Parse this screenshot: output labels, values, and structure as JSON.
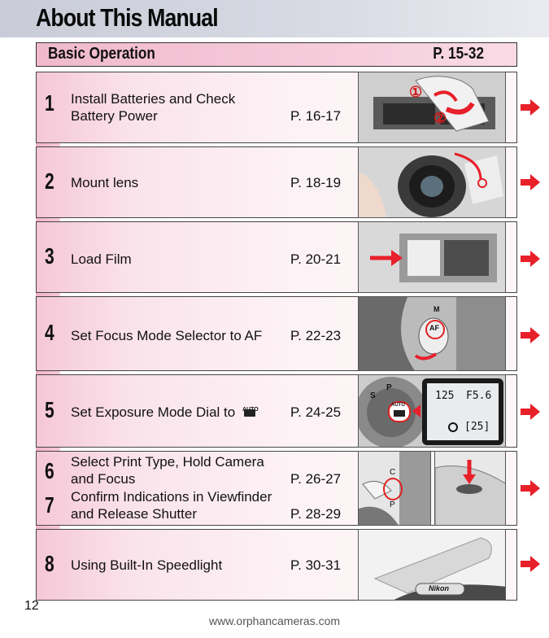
{
  "page": {
    "title": "About This Manual",
    "number": "12",
    "footer": "www.orphancameras.com"
  },
  "section": {
    "title": "Basic Operation",
    "pages": "P. 15-32"
  },
  "steps": [
    {
      "num": "1",
      "lines": [
        "Install Batteries and Check",
        "Battery Power"
      ],
      "pages": "P. 16-17",
      "marks": [
        "①",
        "②"
      ]
    },
    {
      "num": "2",
      "lines": [
        "Mount lens"
      ],
      "pages": "P. 18-19"
    },
    {
      "num": "3",
      "lines": [
        "Load Film"
      ],
      "pages": "P. 20-21"
    },
    {
      "num": "4",
      "lines": [
        "Set Focus Mode Selector to AF"
      ],
      "pages": "P. 22-23",
      "label": "AF",
      "label_m": "M"
    },
    {
      "num": "5",
      "lines": [
        "Set Exposure Mode Dial to"
      ],
      "pages": "P. 24-25",
      "mode_label": "AUTO",
      "lcd": {
        "top": "125",
        "aperture": "F5.6",
        "bottom": "[25]"
      },
      "dial_p": "P",
      "dial_s": "S"
    },
    {
      "num": "6",
      "lines": [
        "Select Print Type, Hold Camera",
        "and Focus"
      ],
      "pages": "P. 26-27",
      "dial": [
        "C",
        "P"
      ]
    },
    {
      "num": "7",
      "lines": [
        "Confirm Indications in Viewfinder",
        "and Release Shutter"
      ],
      "pages": "P. 28-29"
    },
    {
      "num": "8",
      "lines": [
        "Using Built-In Speedlight"
      ],
      "pages": "P. 30-31",
      "brand": "Nikon"
    }
  ],
  "colors": {
    "accent": "#e8202a",
    "pink": "#f4b6cb",
    "border": "#444444"
  }
}
